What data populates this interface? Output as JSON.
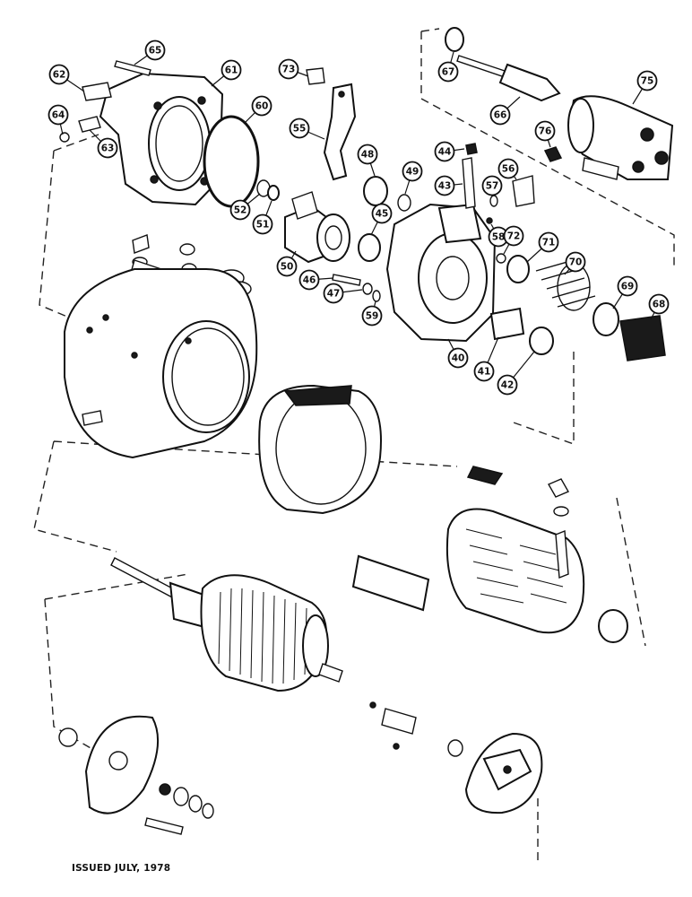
{
  "diagram": {
    "issue_note": "ISSUED JULY, 1978",
    "callouts": [
      "65",
      "62",
      "61",
      "73",
      "67",
      "75",
      "64",
      "63",
      "60",
      "55",
      "66",
      "76",
      "48",
      "49",
      "44",
      "43",
      "57",
      "56",
      "52",
      "51",
      "45",
      "50",
      "58",
      "72",
      "71",
      "70",
      "46",
      "47",
      "59",
      "40",
      "41",
      "42",
      "69",
      "68"
    ]
  }
}
